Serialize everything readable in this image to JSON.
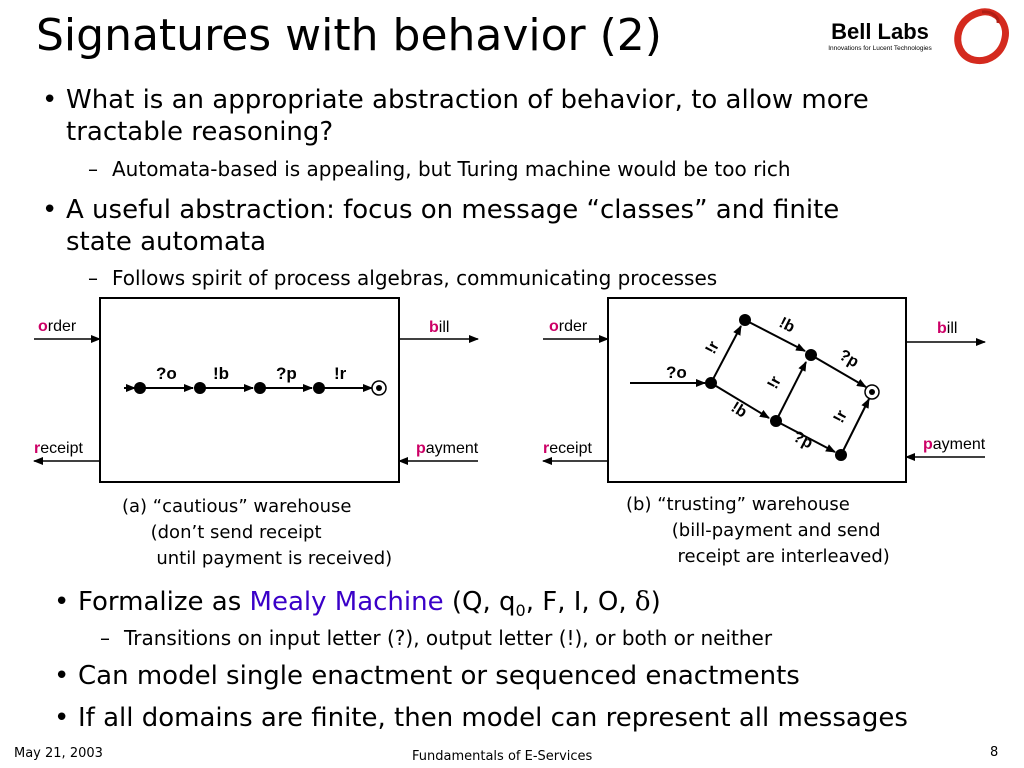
{
  "slide": {
    "title": "Signatures with behavior (2)",
    "logo": {
      "name": "Bell Labs",
      "tagline": "Innovations for Lucent Technologies"
    },
    "bullets": [
      {
        "marker": "•",
        "lines": [
          "What is an appropriate abstraction of behavior, to allow more",
          "tractable reasoning?"
        ]
      },
      {
        "marker": "–",
        "text": "Automata-based is appealing, but Turing machine would be too rich"
      },
      {
        "marker": "•",
        "lines": [
          "A useful abstraction: focus on message “classes” and finite",
          "state automata"
        ]
      },
      {
        "marker": "–",
        "text": "Follows spirit of process algebras, communicating processes"
      }
    ],
    "bottom_bullets": {
      "formalize": {
        "marker": "•",
        "before": "Formalize as ",
        "highlight": "Mealy Machine",
        "after_open": " (Q, q",
        "subscript": "0",
        "after": ", F, I, O, ",
        "delta": "δ",
        "close": ")"
      },
      "transitions": {
        "marker": "–",
        "text": "Transitions on input letter (?), output letter (!), or both or neither"
      },
      "single": {
        "marker": "•",
        "text": "Can model single enactment or sequenced enactments"
      },
      "finite": {
        "marker": "•",
        "text": "If all domains are finite, then model can represent all messages"
      }
    },
    "footer": {
      "date": "May 21, 2003",
      "center": "Fundamentals of E-Services",
      "page": "8"
    }
  },
  "diagram_a": {
    "caption": [
      "(a) “cautious” warehouse",
      "     (don’t send receipt",
      "      until payment is received)"
    ],
    "ports": {
      "order": {
        "initial": "o",
        "rest": "rder"
      },
      "receipt": {
        "initial": "r",
        "rest": "eceipt"
      },
      "bill": {
        "initial": "b",
        "rest": "ill"
      },
      "payment": {
        "initial": "p",
        "rest": "ayment"
      }
    },
    "transitions": [
      "?o",
      "!b",
      "?p",
      "!r"
    ]
  },
  "diagram_b": {
    "caption": [
      "(b) “trusting” warehouse",
      "        (bill-payment and send",
      "         receipt are interleaved)"
    ],
    "ports": {
      "order": {
        "initial": "o",
        "rest": "rder"
      },
      "receipt": {
        "initial": "r",
        "rest": "eceipt"
      },
      "bill": {
        "initial": "b",
        "rest": "ill"
      },
      "payment": {
        "initial": "p",
        "rest": "ayment"
      }
    },
    "transitions": {
      "start": "?o",
      "upper_left": "!r",
      "upper_top": "!b",
      "upper_right": "?p",
      "middle": "!r",
      "lower_left": "!b",
      "lower_bottom": "?p",
      "lower_right": "!r"
    }
  },
  "colors": {
    "port_initial": "#cc0066",
    "mealy": "#3a00c8",
    "logo_red": "#d42a1e"
  }
}
